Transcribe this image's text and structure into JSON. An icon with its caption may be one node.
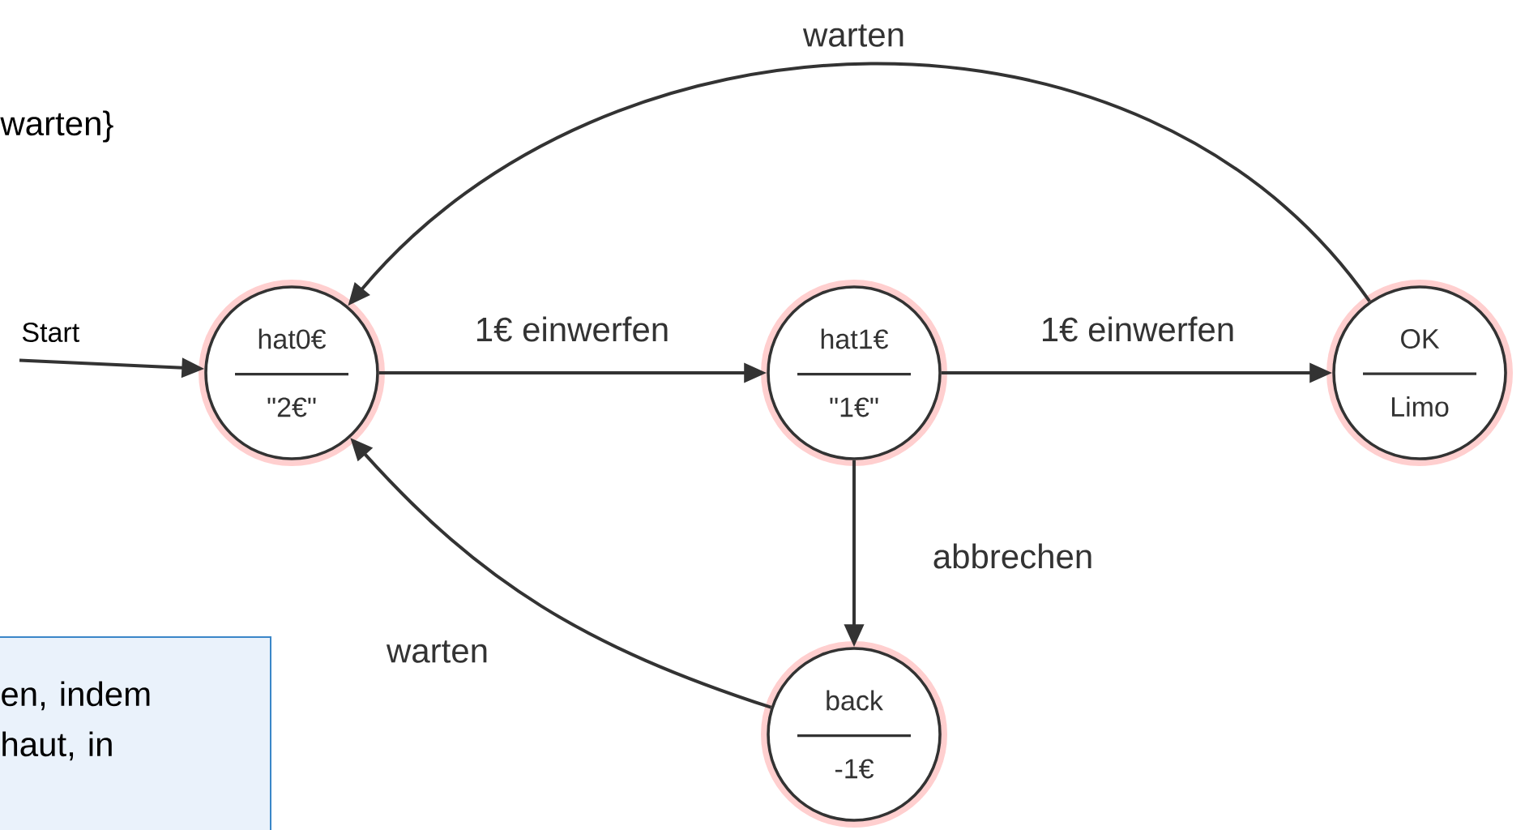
{
  "diagram": {
    "nodes": [
      {
        "text": [
          "Start"
        ]
      },
      {
        "text": [
          "hat0€",
          "\"2€\""
        ]
      },
      {
        "text": [
          "hat1€",
          "\"1€\""
        ]
      },
      {
        "text": [
          "OK",
          "Limo"
        ]
      },
      {
        "text": [
          "back",
          "-1€"
        ]
      },
      {
        "text": [
          "en, indem haut, in"
        ]
      }
    ],
    "edges": [
      {
        "from": 0,
        "to": 1,
        "arrow": "to"
      },
      {
        "from": 1,
        "to": 2,
        "arrow": "to",
        "label": "1€ einwerfen"
      },
      {
        "from": 2,
        "to": 3,
        "arrow": "to",
        "label": "1€ einwerfen"
      },
      {
        "from": 3,
        "to": 1,
        "arrow": "to",
        "label": "warten"
      },
      {
        "from": 2,
        "to": 4,
        "arrow": "to",
        "label": "abbrechen"
      },
      {
        "from": 4,
        "to": 1,
        "arrow": "to",
        "label": "warten"
      }
    ],
    "labels": [
      "warten}"
    ]
  }
}
